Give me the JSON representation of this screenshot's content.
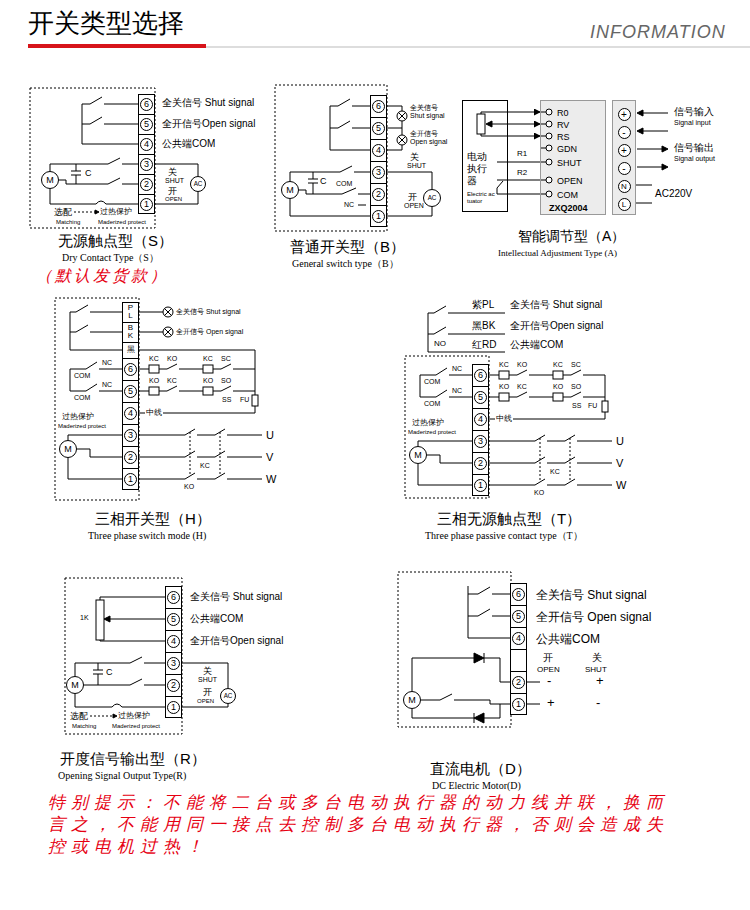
{
  "diagram": {
    "title": "开关类型选择",
    "nodes": [
      {
        "text": [
          "6",
          "5",
          "4",
          "3",
          "2",
          "1"
        ]
      },
      {
        "text": [
          "M"
        ]
      },
      {
        "text": [
          "AC"
        ]
      },
      {
        "text": [
          "6",
          "5",
          "4",
          "3",
          "2",
          "1"
        ]
      },
      {
        "text": [
          "M"
        ]
      },
      {
        "text": [
          "AC"
        ]
      },
      {
        "text": [
          "电动执行器",
          "Electric actuator"
        ]
      },
      {
        "text": [
          "R0",
          "RV",
          "RS",
          "GDN",
          "SHUT",
          "OPEN",
          "COM",
          "ZXQ2004"
        ]
      },
      {
        "text": [
          "+",
          "-",
          "+",
          "-",
          "N",
          "L"
        ]
      },
      {
        "text": [
          "P L",
          "B K",
          "黑",
          "6",
          "5",
          "4",
          "3",
          "2",
          "1"
        ]
      },
      {
        "text": [
          "M"
        ]
      },
      {
        "text": [
          "6",
          "5",
          "4",
          "3",
          "2",
          "1"
        ]
      },
      {
        "text": [
          "M"
        ]
      },
      {
        "text": [
          "6",
          "5",
          "4",
          "3",
          "2",
          "1"
        ]
      },
      {
        "text": [
          "M"
        ]
      },
      {
        "text": [
          "AC"
        ]
      },
      {
        "text": [
          "6",
          "5",
          "4",
          "2",
          "1"
        ]
      },
      {
        "text": [
          "M"
        ]
      }
    ],
    "edges": [
      {
        "from": 0,
        "to": 2,
        "arrow": "none"
      },
      {
        "from": 0,
        "to": 2,
        "arrow": "none"
      },
      {
        "from": 3,
        "to": 5,
        "arrow": "none"
      },
      {
        "from": 3,
        "to": 5,
        "arrow": "none"
      },
      {
        "from": 6,
        "to": 7,
        "arrow": "to"
      },
      {
        "from": 6,
        "to": 7,
        "arrow": "to"
      },
      {
        "from": 6,
        "to": 7,
        "arrow": "to"
      },
      {
        "from": 6,
        "to": 7,
        "label": "R1",
        "arrow": "none"
      },
      {
        "from": 6,
        "to": 7,
        "label": "R2",
        "arrow": "none"
      },
      {
        "from": 6,
        "to": 7,
        "arrow": "none"
      },
      {
        "from": 13,
        "to": 15,
        "arrow": "none"
      },
      {
        "from": 13,
        "to": 15,
        "arrow": "none"
      }
    ],
    "labels": [
      "INFORMATION",
      "全关信号 Shut signal",
      "全开信号Open signal",
      "公共端COM",
      "关",
      "SHUT",
      "开",
      "OPEN",
      "C",
      "选配",
      "过热保护",
      "Matching",
      "Maderized protect",
      "无源触点型（S）",
      "Dry Contact Type（S）",
      "（默认发货款）",
      "全关信号 Shut signal",
      "全开信号 Open signal",
      "关",
      "SHUT",
      "COM",
      "NC",
      "开",
      "OPEN",
      "C",
      "普通开关型（B）",
      "General switch type（B）",
      "信号输入",
      "Signal input",
      "信号输出",
      "Signal output",
      "AC220V",
      "智能调节型（A）",
      "Intellectual Adjustment Type (A)",
      "全关信号 Shut signal",
      "全开信号 Open signal",
      "NC",
      "COM",
      "NC",
      "COM",
      "KC",
      "KO",
      "KC",
      "SC",
      "KO",
      "KC",
      "KO",
      "SO",
      "SS",
      "FU",
      "中线",
      "过热保护",
      "Maderized protect",
      "U",
      "V",
      "W",
      "KC",
      "KO",
      "三相开关型（H）",
      "Three phase switch mode (H)",
      "紫PL",
      "全关信号 Shut signal",
      "黑BK",
      "全开信号Open signal",
      "NO",
      "红RD",
      "公共端COM",
      "NC",
      "COM",
      "NC",
      "COM",
      "KC",
      "KO",
      "KC",
      "SC",
      "KO",
      "KC",
      "KO",
      "SO",
      "SS",
      "FU",
      "中线",
      "过热保护",
      "Maderized protect",
      "U",
      "V",
      "W",
      "KC",
      "KO",
      "三相无源触点型（T）",
      "Three phase passive contact type（T）",
      "全关信号 Shut signal",
      "公共端COM",
      "全开信号Open signal",
      "1K",
      "关",
      "SHUT",
      "开",
      "OPEN",
      "C",
      "选配",
      "过热保护",
      "Matching",
      "Maderized protect",
      "开度信号输出型（R）",
      "Opening Signal Output Type(R)",
      "全关信号 Shut signal",
      "全开信号 Open signal",
      "公共端COM",
      "开",
      "OPEN",
      "关",
      "SHUT",
      "-",
      "+",
      "+",
      "-",
      "直流电机（D）",
      "DC Electric Motor(D)",
      "特别提示：不能将二台或多台电动执行器的动力线并联，换而言之，不能用同一接点去控制多台电动执行器，否则会造成失控或电机过热！"
    ]
  }
}
